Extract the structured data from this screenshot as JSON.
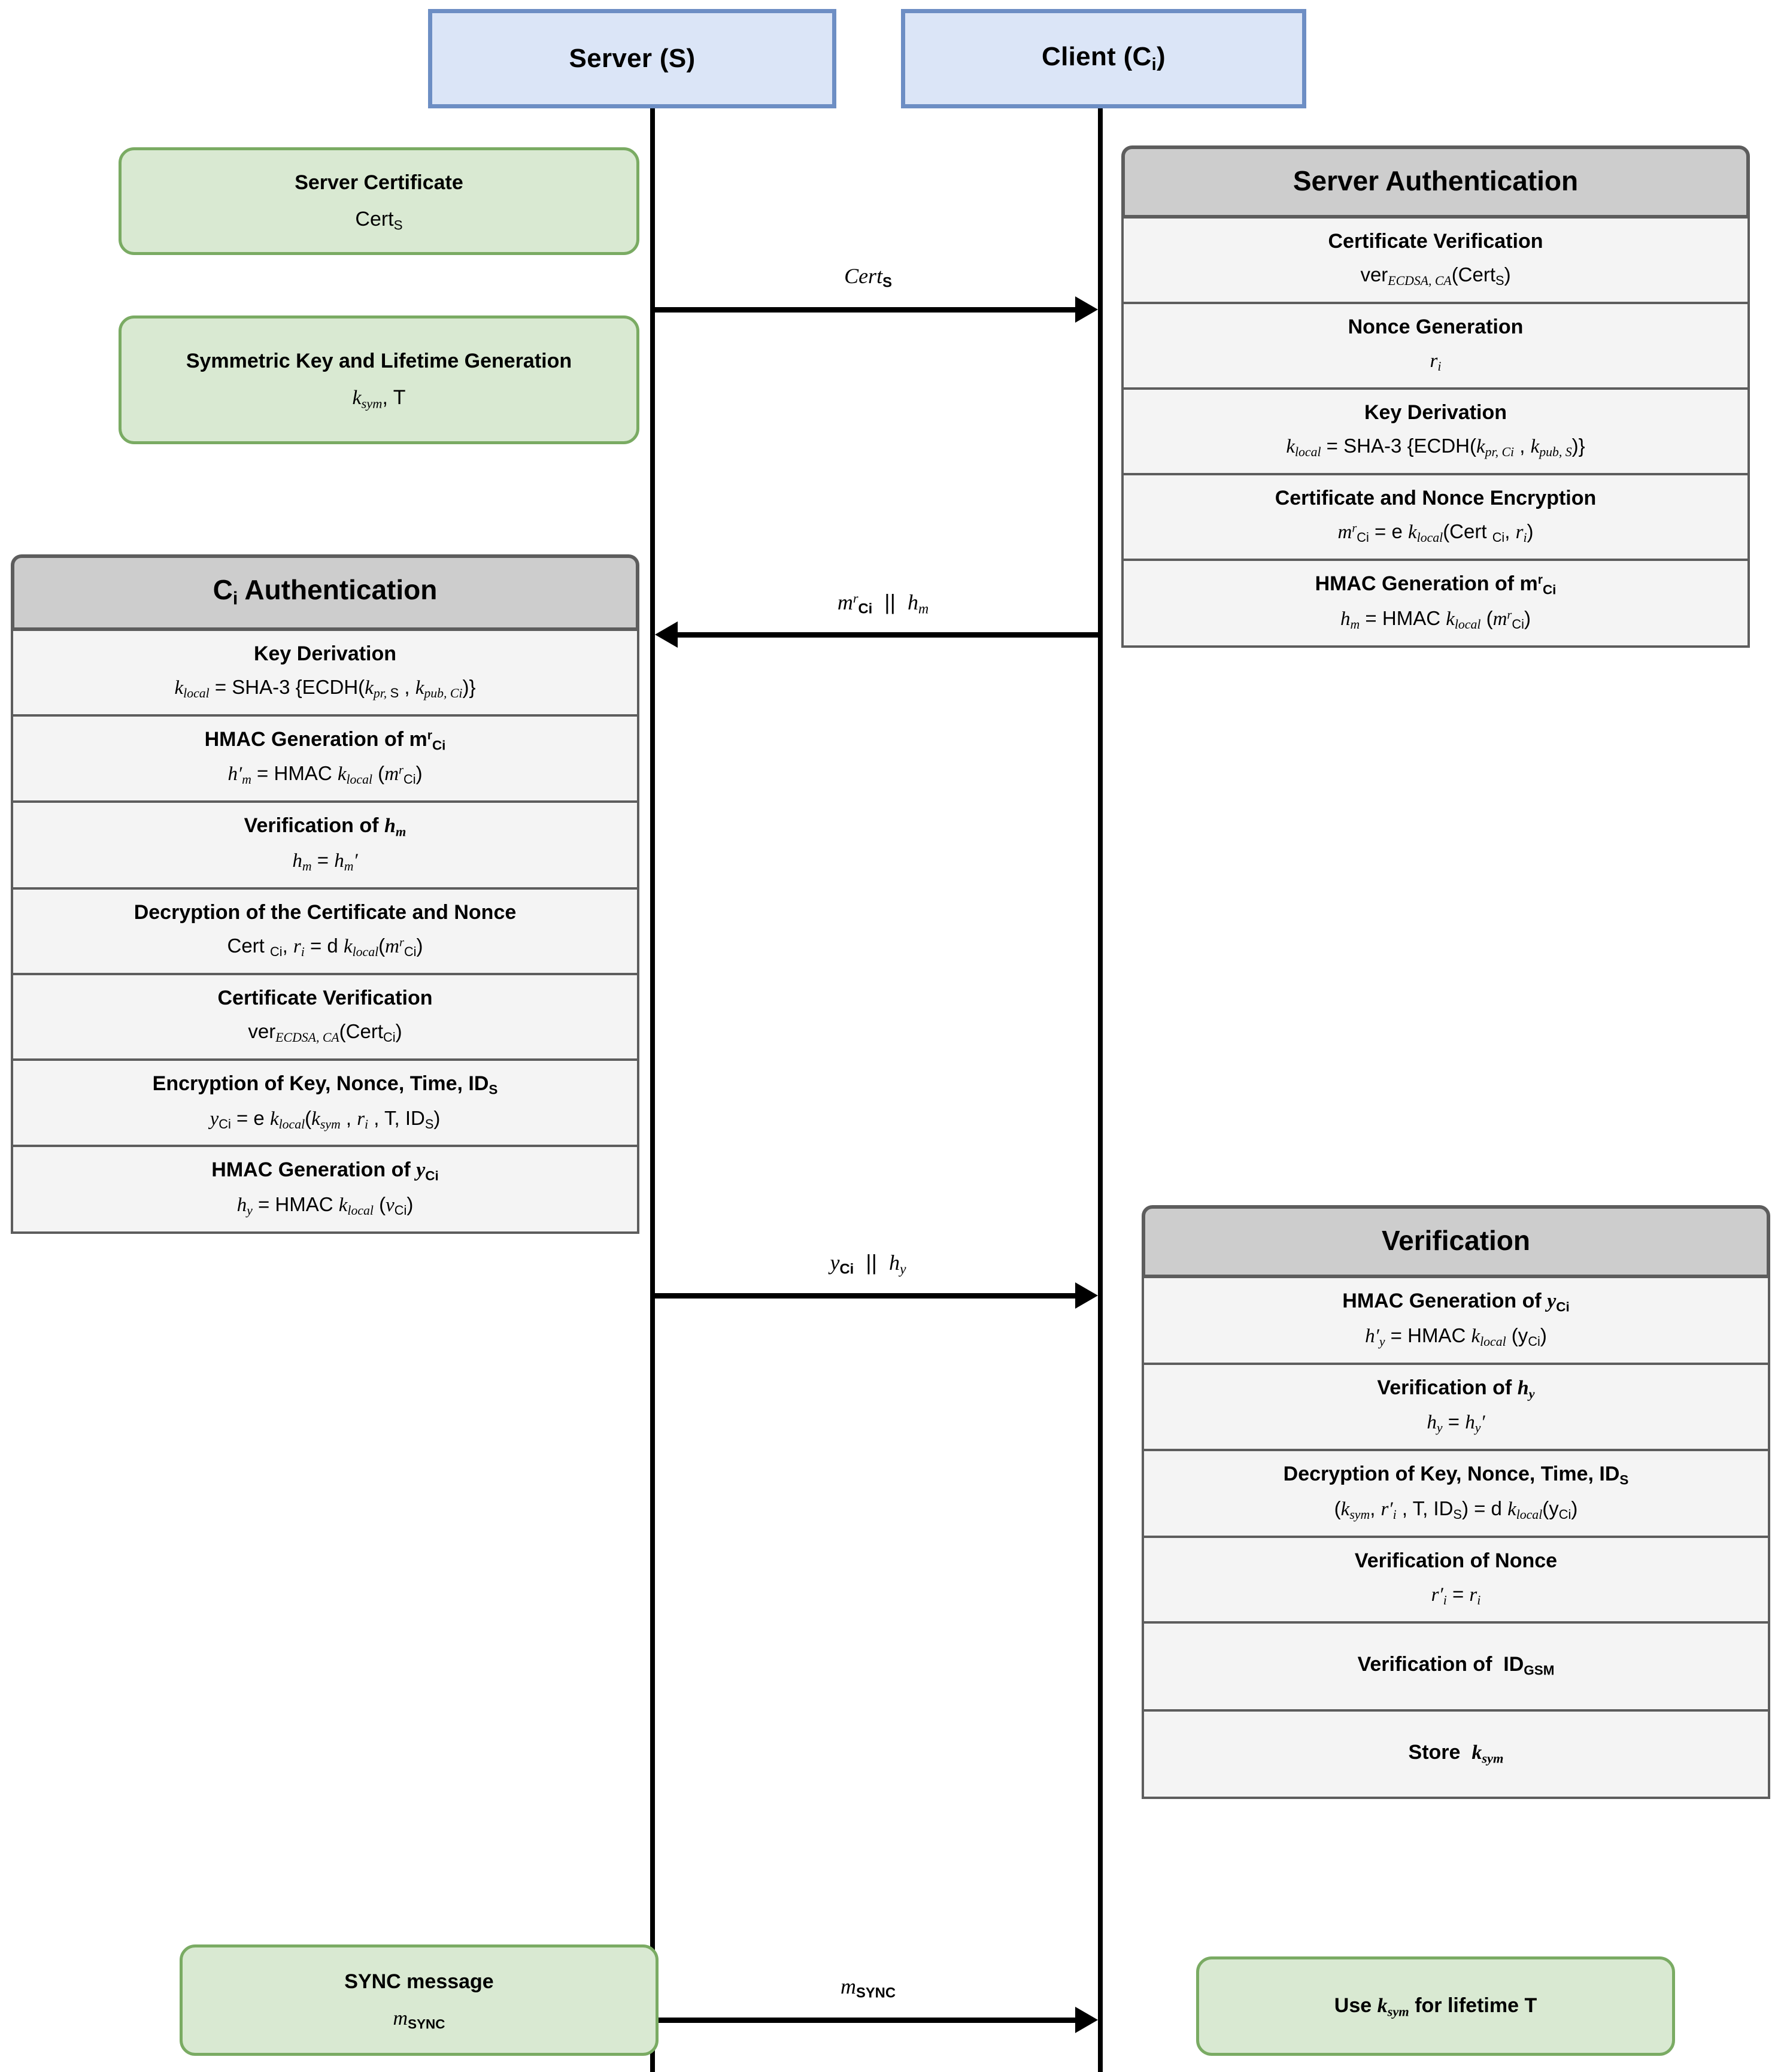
{
  "diagram": {
    "title": "Authentication and Key Distribution Protocol Sequence Diagram",
    "colors": {
      "actor_fill": "#dbe5f7",
      "actor_border": "#6d8ec4",
      "green_fill": "#d9e9d2",
      "green_border": "#7aab63",
      "table_header_fill": "#cdcdcd",
      "table_row_fill": "#f4f4f4",
      "table_border": "#5d5d5d",
      "line": "#000000"
    }
  },
  "actors": [
    {
      "id": "server",
      "label": "Server (S)"
    },
    {
      "id": "client",
      "label": "Client (C",
      "label_sub": "i",
      "label_tail": ")"
    }
  ],
  "server_notes": [
    {
      "id": "server-certificate",
      "line1": "Server Certificate",
      "line2_base": "Cert",
      "line2_sub": "S"
    },
    {
      "id": "symmetric-key-lifetime-generation",
      "line1": "Symmetric Key and Lifetime Generation",
      "line2_base": "k",
      "line2_sub": "sym",
      "line2_tail": ", T"
    }
  ],
  "tables": [
    {
      "id": "server-authentication",
      "title": "Server Authentication",
      "rows": [
        {
          "title": "Certificate Verification",
          "formula": "ver_{ECDSA, CA}(Cert_S)"
        },
        {
          "title": "Nonce Generation",
          "formula": "r_i"
        },
        {
          "title": "Key Derivation",
          "formula": "k_local = SHA-3 {ECDH(k_{pr, Ci} , k_{pub, S})}"
        },
        {
          "title": "Certificate and Nonce Encryption",
          "formula": "m^r_Ci = e k_local(Cert _Ci, r_i)"
        },
        {
          "title": "HMAC Generation of m^r_Ci",
          "formula": "h_m = HMAC k_local (m^r_Ci)"
        }
      ]
    },
    {
      "id": "ci-authentication",
      "title": "C_i Authentication",
      "rows": [
        {
          "title": "Key Derivation",
          "formula": "k_local = SHA-3 {ECDH(k_{pr, S} , k_{pub, Ci})}"
        },
        {
          "title": "HMAC Generation of m^r_Ci",
          "formula": "h'_m = HMAC k_local (m^r_Ci)"
        },
        {
          "title": "Verification of h_m",
          "formula": "h_m = h_m'"
        },
        {
          "title": "Decryption of the Certificate and Nonce",
          "formula": "Cert _Ci, r_i = d k_local(m^r_Ci)"
        },
        {
          "title": "Certificate Verification",
          "formula": "ver_{ECDSA, CA}(Cert_Ci)"
        },
        {
          "title": "Encryption of Key, Nonce, Time, ID_S",
          "formula": "y_Ci = e k_local(k_sym , r_i , T, ID_S)"
        },
        {
          "title": "HMAC Generation of y_Ci",
          "formula": "h_y = HMAC k_local (y_Ci)"
        }
      ]
    },
    {
      "id": "verification",
      "title": "Verification",
      "rows": [
        {
          "title": "HMAC Generation of y_Ci",
          "formula": "h'_y = HMAC k_local (y_Ci)"
        },
        {
          "title": "Verification of h_y",
          "formula": "h_y = h_y'"
        },
        {
          "title": "Decryption of Key, Nonce, Time, ID_S",
          "formula": "(k_sym, r'_i , T, ID_S) = d k_local(y_Ci)"
        },
        {
          "title": "Verification of Nonce",
          "formula": "r'_i = r_i"
        },
        {
          "title": "Verification of  ID_GSM",
          "formula": ""
        },
        {
          "title": "Store  k_sym",
          "formula": ""
        }
      ]
    }
  ],
  "messages": [
    {
      "id": "msg-certs",
      "label": "Cert_S",
      "direction": "right"
    },
    {
      "id": "msg-mrci",
      "label": "m^r_Ci || h_m",
      "direction": "left"
    },
    {
      "id": "msg-yci",
      "label": "y_Ci || h_y",
      "direction": "right"
    },
    {
      "id": "msg-msync",
      "label": "m_SYNC",
      "direction": "right"
    }
  ],
  "footer_notes": [
    {
      "id": "sync-message",
      "line1": "SYNC message",
      "line2_base": "m",
      "line2_sub": "SYNC"
    },
    {
      "id": "use-key-for-lifetime",
      "line1_pre": "Use ",
      "line1_base": "k",
      "line1_sub": "sym",
      "line1_post": " for lifetime T"
    }
  ]
}
